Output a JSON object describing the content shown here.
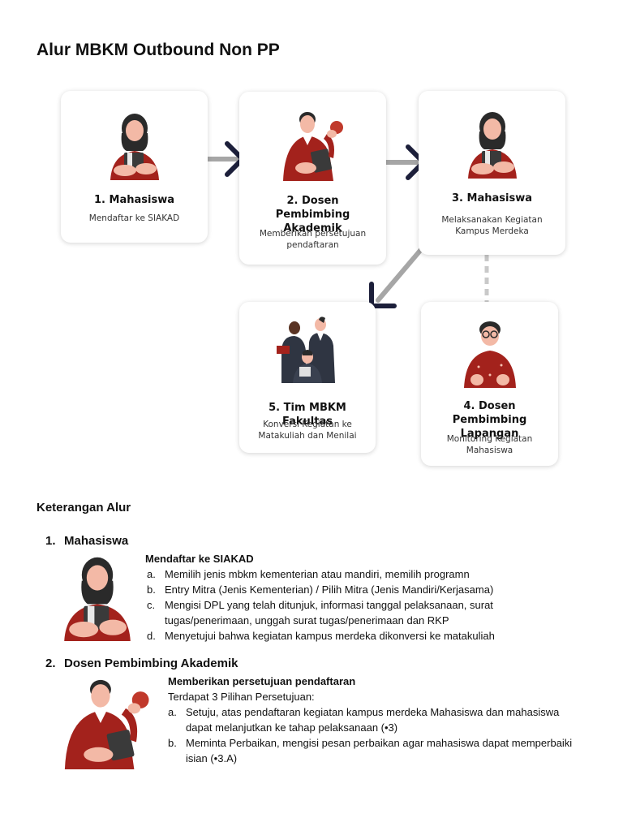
{
  "title": "Alur MBKM Outbound Non PP",
  "flow": {
    "cards": [
      {
        "title": "1. Mahasiswa",
        "desc": "Mendaftar ke SIAKAD"
      },
      {
        "title": "2. Dosen Pembimbing Akademik",
        "desc": "Memberikan persetujuan pendaftaran"
      },
      {
        "title": "3. Mahasiswa",
        "desc": "Melaksanakan Kegiatan Kampus Merdeka"
      },
      {
        "title": "4. Dosen Pembimbing Lapangan",
        "desc": "Monitoring Kegiatan Mahasiswa"
      },
      {
        "title": "5. Tim MBKM Fakultas",
        "desc": "Konversi Kegiatan ke Matakuliah dan Menilai"
      }
    ]
  },
  "keterangan": {
    "heading": "Keterangan Alur",
    "sections": [
      {
        "number": "1.",
        "title": "Mahasiswa",
        "subtitle": "Mendaftar ke SIAKAD",
        "items": [
          {
            "marker": "a.",
            "text": "Memilih jenis mbkm kementerian atau mandiri, memilih programn"
          },
          {
            "marker": "b.",
            "text": "Entry Mitra (Jenis Kementerian) / Pilih Mitra (Jenis Mandiri/Kerjasama)"
          },
          {
            "marker": "c.",
            "text": "Mengisi DPL yang telah ditunjuk, informasi tanggal pelaksanaan, surat tugas/penerimaan, unggah surat tugas/penerimaan dan RKP"
          },
          {
            "marker": "d.",
            "text": "Menyetujui bahwa kegiatan kampus merdeka dikonversi ke matakuliah"
          }
        ]
      },
      {
        "number": "2.",
        "title": "Dosen Pembimbing Akademik",
        "subtitle": "Memberikan persetujuan pendaftaran",
        "intro": "Terdapat 3 Pilihan Persetujuan:",
        "items": [
          {
            "marker": "a.",
            "text": "Setuju, atas pendaftaran kegiatan kampus merdeka Mahasiswa dan mahasiswa dapat melanjutkan ke tahap pelaksanaan (•3)"
          },
          {
            "marker": "b.",
            "text": "Meminta Perbaikan, mengisi pesan perbaikan agar mahasiswa dapat memperbaiki isian (•3.A)"
          }
        ]
      }
    ]
  },
  "colors": {
    "accent_red": "#a3221c",
    "arrow_gray": "#a6a6a6",
    "arrow_dark": "#1c1f3a",
    "skin": "#f3b9a6"
  },
  "icons": [
    "student-female-illustration",
    "lecturer-apple-illustration",
    "team-illustration",
    "lecturer-glasses-illustration"
  ]
}
